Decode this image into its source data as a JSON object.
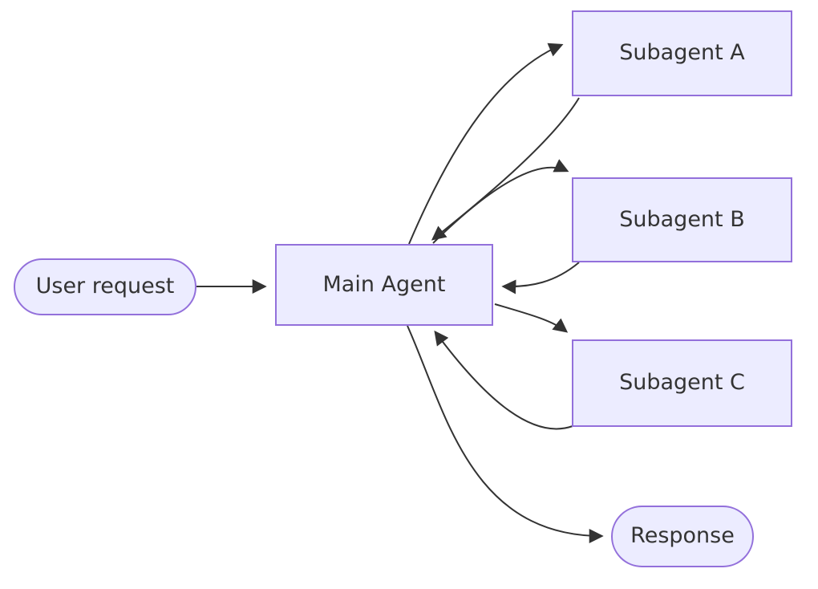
{
  "diagram": {
    "type": "flowchart",
    "direction": "left-to-right",
    "nodes": [
      {
        "id": "user-request",
        "label": "User request",
        "shape": "stadium"
      },
      {
        "id": "main-agent",
        "label": "Main Agent",
        "shape": "rectangle"
      },
      {
        "id": "subagent-a",
        "label": "Subagent A",
        "shape": "rectangle"
      },
      {
        "id": "subagent-b",
        "label": "Subagent B",
        "shape": "rectangle"
      },
      {
        "id": "subagent-c",
        "label": "Subagent C",
        "shape": "rectangle"
      },
      {
        "id": "response",
        "label": "Response",
        "shape": "stadium"
      }
    ],
    "edges": [
      {
        "from": "user-request",
        "to": "main-agent",
        "style": "straight-arrow"
      },
      {
        "from": "main-agent",
        "to": "subagent-a",
        "style": "curved-arrow"
      },
      {
        "from": "subagent-a",
        "to": "main-agent",
        "style": "curved-arrow"
      },
      {
        "from": "main-agent",
        "to": "subagent-b",
        "style": "curved-arrow"
      },
      {
        "from": "subagent-b",
        "to": "main-agent",
        "style": "curved-arrow"
      },
      {
        "from": "main-agent",
        "to": "subagent-c",
        "style": "curved-arrow"
      },
      {
        "from": "subagent-c",
        "to": "main-agent",
        "style": "curved-arrow"
      },
      {
        "from": "main-agent",
        "to": "response",
        "style": "curved-arrow"
      }
    ],
    "colors": {
      "node_fill": "#ECECFF",
      "node_border": "#9370DB",
      "edge": "#333333",
      "text": "#333333",
      "background": "#FFFFFF"
    }
  }
}
